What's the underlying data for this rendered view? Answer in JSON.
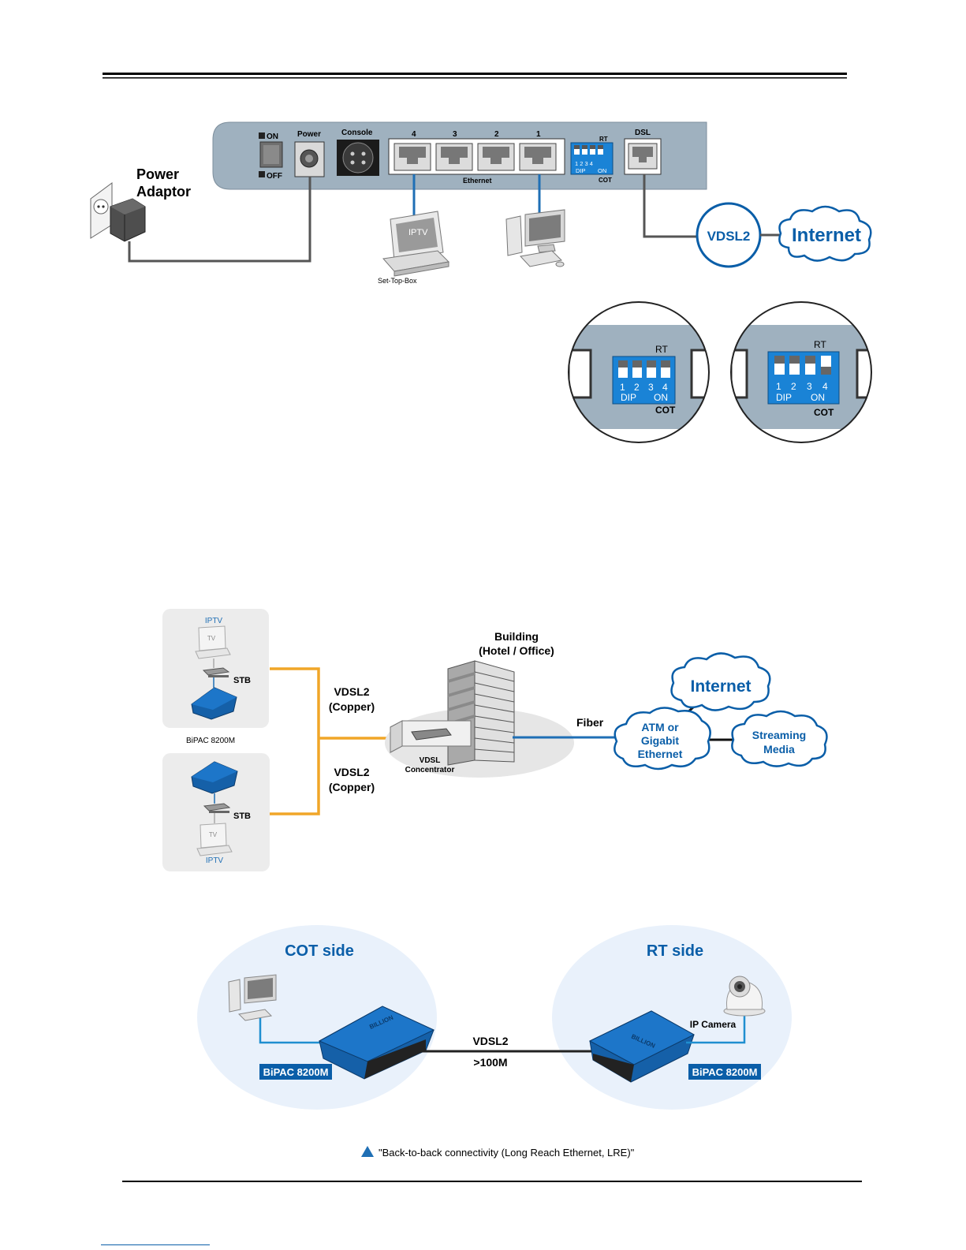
{
  "diagram1": {
    "power_adaptor": [
      "Power",
      "Adaptor"
    ],
    "switch_on": "ON",
    "switch_off": "OFF",
    "power": "Power",
    "console": "Console",
    "ports": [
      "4",
      "3",
      "2",
      "1"
    ],
    "ethernet": "Ethernet",
    "rt": "RT",
    "dip_nums": "1 2 3 4",
    "dip": "DIP",
    "on": "ON",
    "cot": "COT",
    "dsl": "DSL",
    "iptv": "IPTV",
    "set_top_box": "Set-Top-Box",
    "vdsl2": "VDSL2",
    "internet": "Internet"
  },
  "dip_zoom": {
    "rt": "RT",
    "nums": [
      "1",
      "2",
      "3",
      "4"
    ],
    "dip": "DIP",
    "on": "ON",
    "cot": "COT"
  },
  "diagram2": {
    "iptv_top": "IPTV",
    "tv": "TV",
    "stb": "STB",
    "device_label": "BiPAC 8200M",
    "iptv_bottom": "IPTV",
    "vdsl2_top": [
      "VDSL2",
      "(Copper)"
    ],
    "vdsl2_bottom": [
      "VDSL2",
      "(Copper)"
    ],
    "building": [
      "Building",
      "(Hotel / Office)"
    ],
    "concentrator": [
      "VDSL",
      "Concentrator"
    ],
    "fiber": "Fiber",
    "internet": "Internet",
    "atm": [
      "ATM or",
      "Gigabit",
      "Ethernet"
    ],
    "streaming": [
      "Streaming",
      "Media"
    ]
  },
  "diagram3": {
    "cot_side": "COT side",
    "rt_side": "RT side",
    "device_left": "BiPAC 8200M",
    "device_right": "BiPAC 8200M",
    "ip_camera": "IP Camera",
    "link": "VDSL2",
    "distance": ">100M",
    "brand": "BILLION",
    "caption": "\"Back-to-back connectivity (Long Reach Ethernet, LRE)\""
  },
  "colors": {
    "blue": "#0a5ea8",
    "panel": "#9fb1bf",
    "copper": "#f0a628",
    "fiber": "#1f6fb5",
    "dip_blue": "#1a83d6"
  }
}
